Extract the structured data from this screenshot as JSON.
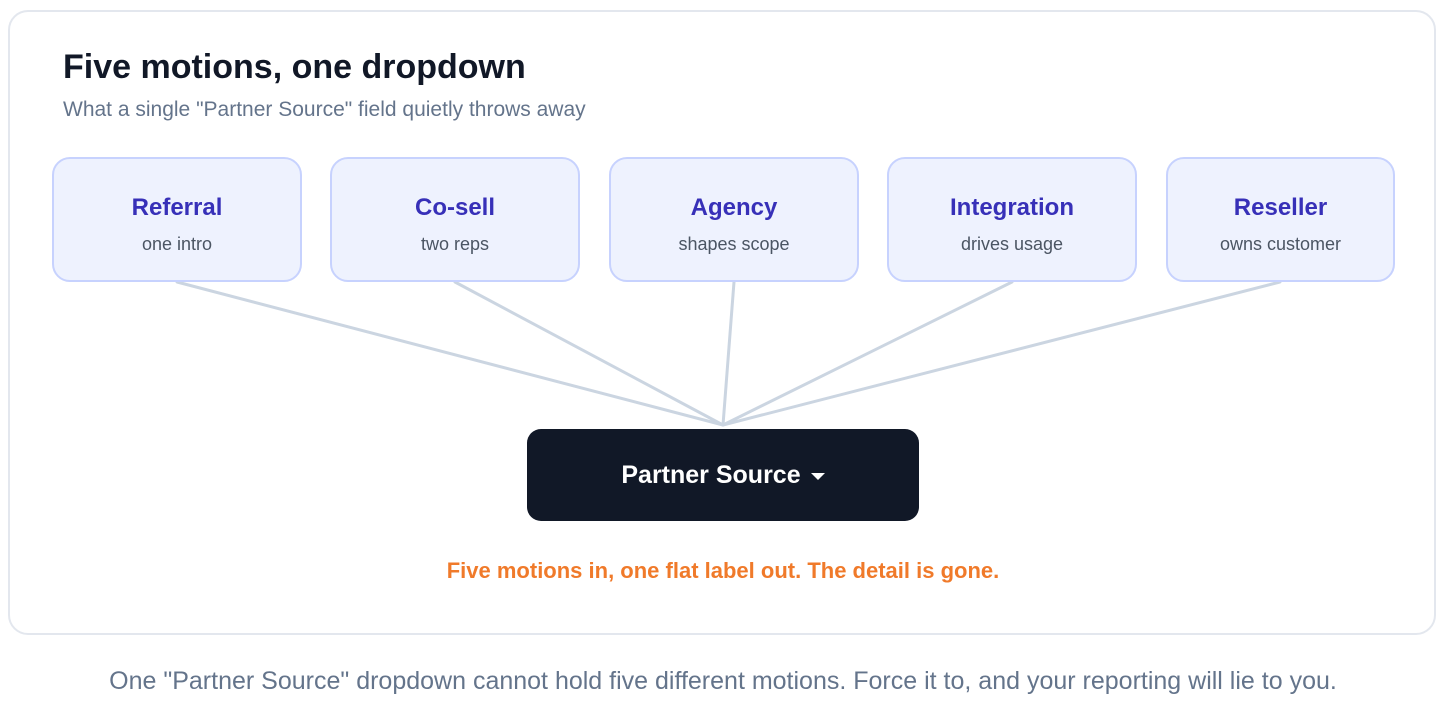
{
  "header": {
    "title": "Five motions, one dropdown",
    "subtitle": "What a single \"Partner Source\" field quietly throws away"
  },
  "motions": [
    {
      "name": "Referral",
      "description": "one intro"
    },
    {
      "name": "Co-sell",
      "description": "two reps"
    },
    {
      "name": "Agency",
      "description": "shapes scope"
    },
    {
      "name": "Integration",
      "description": "drives usage"
    },
    {
      "name": "Reseller",
      "description": "owns customer"
    }
  ],
  "dropdown": {
    "label": "Partner Source",
    "icon": "caret-down-icon"
  },
  "warning": "Five motions in, one flat label out. The detail is gone.",
  "caption": "One \"Partner Source\" dropdown cannot hold five different motions. Force it to, and your reporting will lie to you.",
  "colors": {
    "motion_text": "#3730b8",
    "motion_fill": "#eef2fe",
    "dropdown_fill": "#111827",
    "connector": "#cbd5e1",
    "warning": "#f07a2a"
  }
}
